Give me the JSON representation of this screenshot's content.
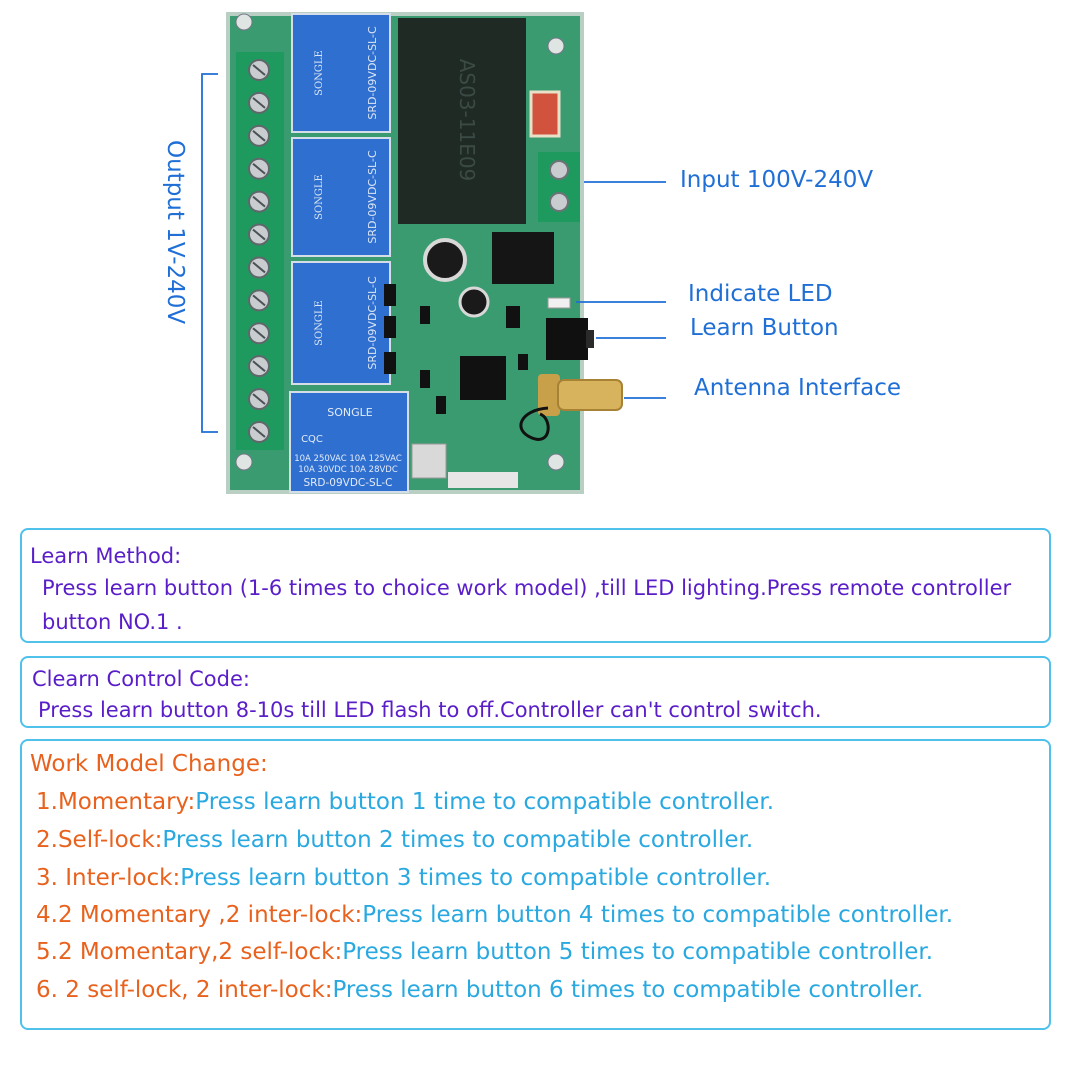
{
  "labels": {
    "output": "Output  1V-240V",
    "input": "Input   100V-240V",
    "indicate_led": "Indicate LED",
    "learn_button": "Learn Button",
    "antenna_interface": "Antenna Interface"
  },
  "board": {
    "relay_brand": "SONGLE",
    "relay_model": "SRD-09VDC-SL-C",
    "relay_rating_1": "10A 250VAC  10A 125VAC",
    "relay_rating_2": "10A  30VDC  10A  28VDC",
    "relay_cert": "CQC"
  },
  "learn_method": {
    "title": "Learn Method:",
    "line1": "Press learn button (1-6 times to choice work model) ,till LED lighting.Press remote controller",
    "line2": "button NO.1 ."
  },
  "clear_code": {
    "title": "Clearn Control Code:",
    "line1": "Press learn button 8-10s till LED flash to off.Controller can't control switch."
  },
  "work_model": {
    "title": "Work Model Change:",
    "items": [
      {
        "mode": "1.Momentary:",
        "desc": "Press learn button 1 time  to compatible controller."
      },
      {
        "mode": "2.Self-lock:",
        "desc": "Press learn button 2 times  to compatible controller."
      },
      {
        "mode": "3. Inter-lock:",
        "desc": "Press learn button 3 times  to compatible controller."
      },
      {
        "mode": "4.2 Momentary ,2 inter-lock:",
        "desc": "Press learn button 4 times  to compatible controller."
      },
      {
        "mode": "5.2 Momentary,2 self-lock:",
        "desc": "Press learn button 5 times  to compatible controller."
      },
      {
        "mode": "6. 2 self-lock, 2 inter-lock:",
        "desc": "Press learn button 6 times  to compatible controller."
      }
    ]
  },
  "colors": {
    "callout": "#1f6fd6",
    "box_border": "#4fc1ea",
    "violet": "#5a1ec9",
    "orange": "#e8621e",
    "cyan": "#29a9e0",
    "pcb": "#3d9c72",
    "relay": "#2f6fd0"
  }
}
